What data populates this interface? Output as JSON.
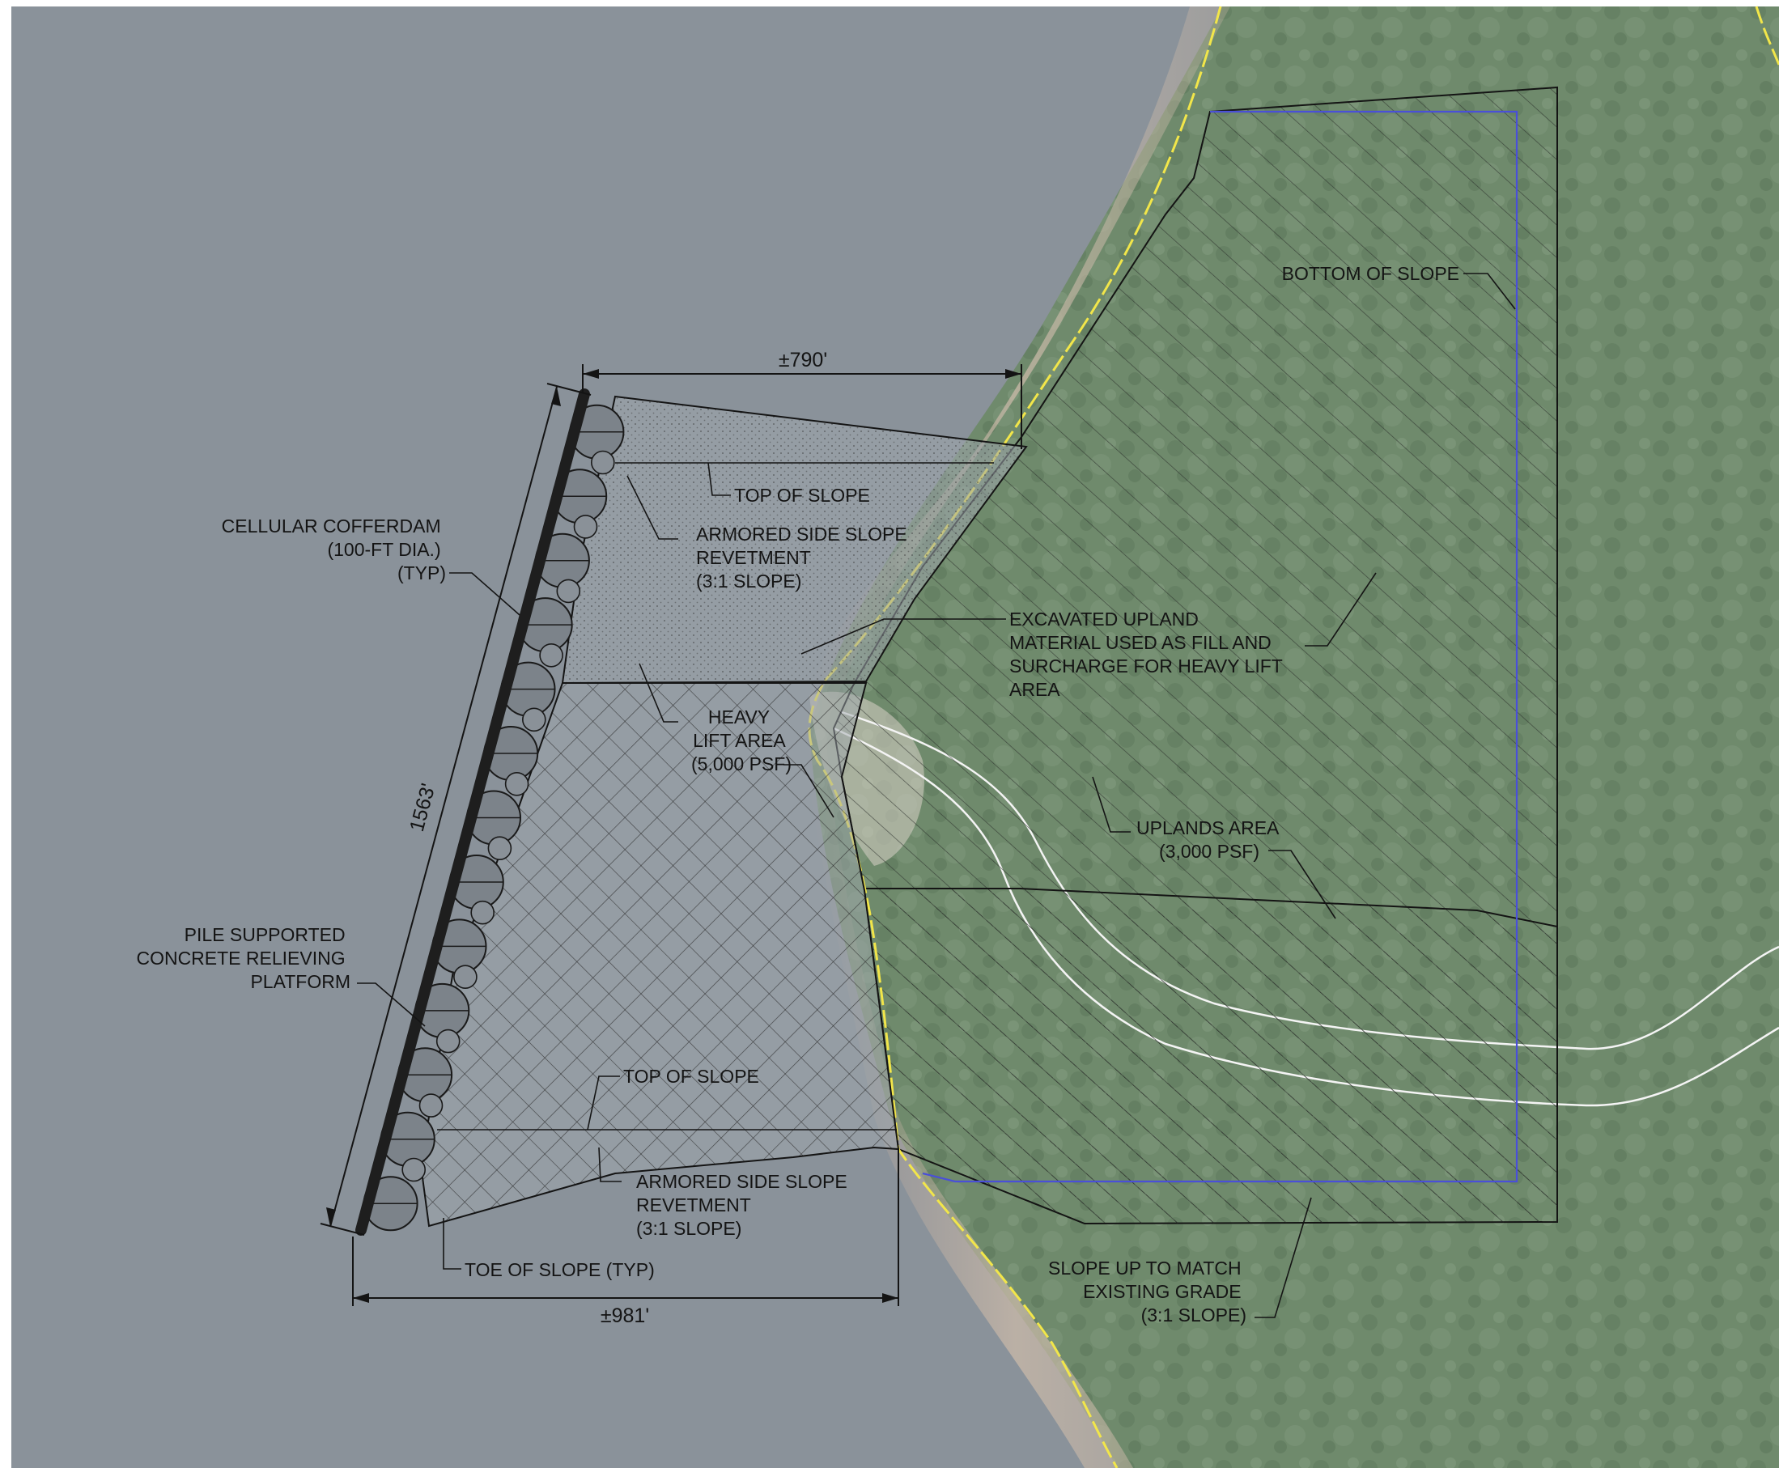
{
  "labels": {
    "dim_top": "±790'",
    "dim_bottom": "±981'",
    "dim_side": "1563'",
    "bottom_of_slope": "BOTTOM OF SLOPE",
    "top_of_slope_upper": "TOP OF SLOPE",
    "armored_upper": [
      "ARMORED SIDE SLOPE",
      "REVETMENT",
      "(3:1 SLOPE)"
    ],
    "cofferdam": [
      "CELLULAR COFFERDAM",
      "(100-FT DIA.)",
      "(TYP)"
    ],
    "excavated": [
      "EXCAVATED UPLAND",
      "MATERIAL USED AS FILL AND",
      "SURCHARGE FOR HEAVY LIFT",
      "AREA"
    ],
    "heavy_lift": [
      "HEAVY",
      "LIFT AREA",
      "(5,000 PSF)"
    ],
    "uplands": [
      "UPLANDS AREA",
      "(3,000 PSF)"
    ],
    "pile_platform": [
      "PILE SUPPORTED",
      "CONCRETE RELIEVING",
      "PLATFORM"
    ],
    "top_of_slope_lower": "TOP OF SLOPE",
    "armored_lower": [
      "ARMORED SIDE SLOPE",
      "REVETMENT",
      "(3:1 SLOPE)"
    ],
    "toe_of_slope": "TOE OF SLOPE (TYP)",
    "slope_up": [
      "SLOPE UP TO MATCH",
      "EXISTING GRADE",
      "(3:1 SLOPE)"
    ]
  },
  "colors": {
    "water": "#8a929a",
    "land": "#6f8a6c",
    "shoreline": "#f2e64a",
    "bottom_of_slope_line": "#4a4fd8",
    "linework": "#1a1a1a",
    "road": "#f4f4f4"
  }
}
